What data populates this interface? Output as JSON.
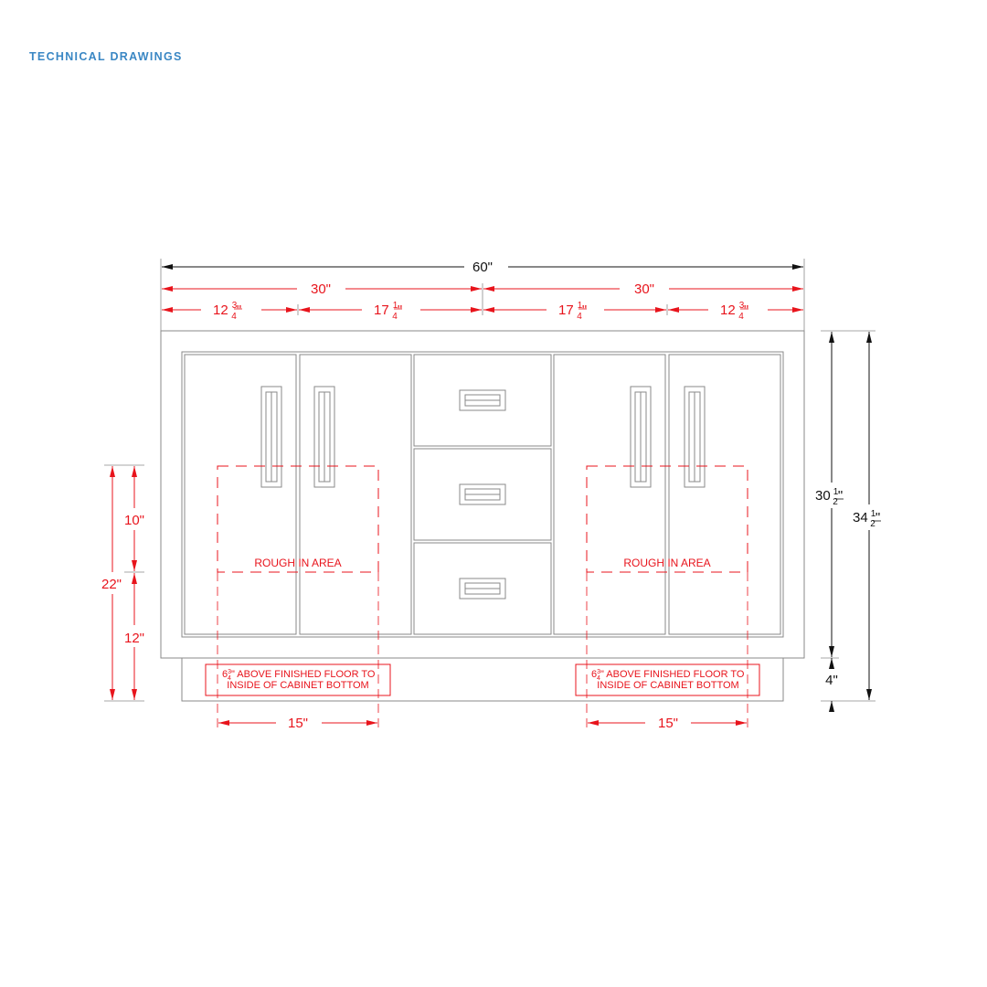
{
  "header": {
    "title": "TECHNICAL DRAWINGS"
  },
  "colors": {
    "accent": "#3a87c4",
    "dimension_red": "#e8141c",
    "outline": "#8a8a8a",
    "black_dimension": "#111111"
  },
  "dimensions": {
    "overall_width": "60\"",
    "half_left": "30\"",
    "half_right": "30\"",
    "seg1_whole": "12",
    "seg1_num": "3",
    "seg1_den": "4",
    "seg1_unit": "\"",
    "seg2_whole": "17",
    "seg2_num": "1",
    "seg2_den": "4",
    "seg2_unit": "\"",
    "seg3_whole": "17",
    "seg3_num": "1",
    "seg3_den": "4",
    "seg3_unit": "\"",
    "seg4_whole": "12",
    "seg4_num": "3",
    "seg4_den": "4",
    "seg4_unit": "\"",
    "cabinet_height_whole": "30",
    "cabinet_height_num": "1",
    "cabinet_height_den": "2",
    "cabinet_height_unit": "\"",
    "total_height_whole": "34",
    "total_height_num": "1",
    "total_height_den": "2",
    "total_height_unit": "\"",
    "toe_kick": "4\"",
    "left_upper": "10\"",
    "left_total": "22\"",
    "left_lower": "12\"",
    "bottom_left": "15\"",
    "bottom_right": "15\""
  },
  "rough_in": {
    "left_label": "ROUGH IN AREA",
    "right_label": "ROUGH IN AREA"
  },
  "notes": {
    "left_frac_whole": "6",
    "left_frac_num": "3",
    "left_frac_den": "4",
    "left_line1_rest": "\" ABOVE FINISHED FLOOR TO",
    "left_line2": "INSIDE OF CABINET BOTTOM",
    "right_frac_whole": "6",
    "right_frac_num": "3",
    "right_frac_den": "4",
    "right_line1_rest": "\" ABOVE FINISHED FLOOR TO",
    "right_line2": "INSIDE OF CABINET BOTTOM"
  }
}
